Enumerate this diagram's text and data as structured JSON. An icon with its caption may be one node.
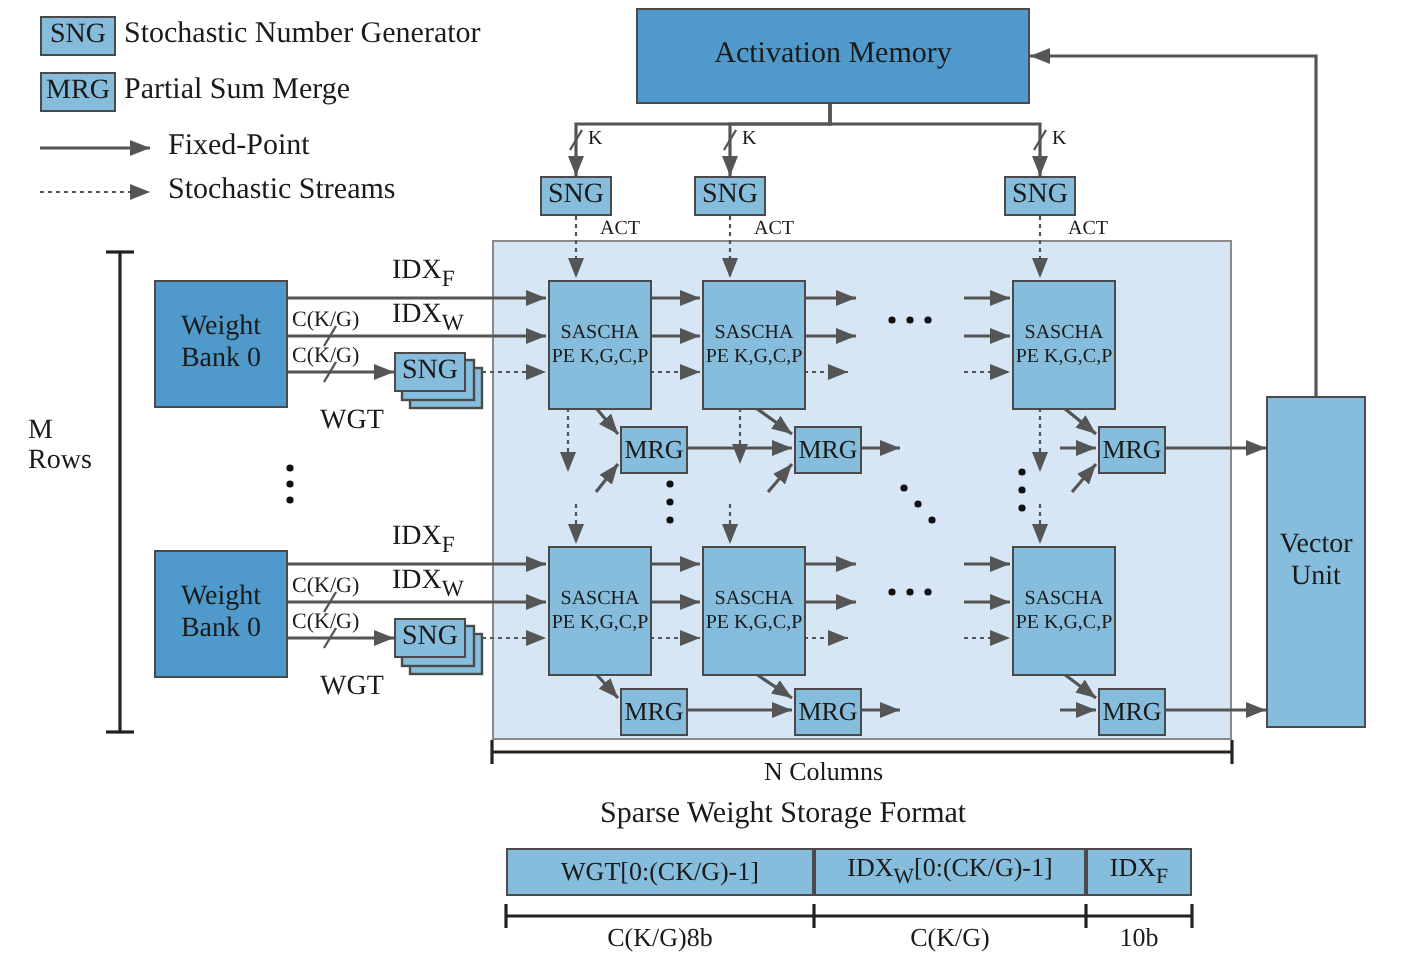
{
  "diagram": {
    "nodes": [
      {
        "text": [
          "Activation Memory"
        ]
      },
      {
        "text": [
          "SNG"
        ]
      },
      {
        "text": [
          "SNG"
        ]
      },
      {
        "text": [
          "SNG"
        ]
      },
      {
        "text": [],
        "shape": "box"
      },
      {
        "text": [
          "SASCHA PE K,G,C,P"
        ],
        "in": 4
      },
      {
        "text": [
          "SASCHA PE K,G,C,P"
        ],
        "in": 4
      },
      {
        "text": [
          "SASCHA PE K,G,C,P"
        ],
        "in": 4
      },
      {
        "text": [
          "MRG"
        ],
        "in": 4
      },
      {
        "text": [
          "MRG"
        ],
        "in": 4
      },
      {
        "text": [
          "MRG"
        ],
        "in": 4
      },
      {
        "text": [
          "SASCHA PE K,G,C,P"
        ],
        "in": 4
      },
      {
        "text": [
          "SASCHA PE K,G,C,P"
        ],
        "in": 4
      },
      {
        "text": [
          "SASCHA PE K,G,C,P"
        ],
        "in": 4
      },
      {
        "text": [
          "MRG"
        ],
        "in": 4
      },
      {
        "text": [
          "MRG"
        ],
        "in": 4
      },
      {
        "text": [
          "MRG"
        ],
        "in": 4
      },
      {
        "text": [
          "Weight Bank 0"
        ]
      },
      {
        "text": [
          "SNG"
        ]
      },
      {
        "text": [
          "Weight Bank 0"
        ]
      },
      {
        "text": [
          "SNG"
        ]
      },
      {
        "text": [
          "Vector Unit"
        ]
      },
      {
        "text": [
          "WGT[0:(CK/G)-1]"
        ],
        "beside": [
          "C(K/G)8b"
        ]
      },
      {
        "text": [
          "IDX$_{W}$[0:(CK/G)-1]"
        ],
        "beside": [
          "C(K/G)"
        ]
      },
      {
        "text": [
          "IDX$_{F}$"
        ],
        "beside": [
          "10b"
        ]
      }
    ],
    "edges": [
      {
        "from": 0,
        "to": 1,
        "arrow": "to",
        "label": "K"
      },
      {
        "from": 0,
        "to": 2,
        "arrow": "to",
        "label": "K"
      },
      {
        "from": 0,
        "to": 3,
        "arrow": "to",
        "label": "K"
      },
      {
        "from": 1,
        "to": 5,
        "arrow": "to",
        "label": "ACT",
        "style": "dashed"
      },
      {
        "from": 2,
        "to": 6,
        "arrow": "to",
        "label": "ACT",
        "style": "dashed"
      },
      {
        "from": 3,
        "to": 7,
        "arrow": "to",
        "label": "ACT",
        "style": "dashed"
      },
      {
        "from": 17,
        "to": 5,
        "arrow": "to",
        "label": "IDX$_{F}$"
      },
      {
        "from": 17,
        "to": 5,
        "arrow": "to",
        "label": "IDX$_{W}$"
      },
      {
        "from": 17,
        "to": 18,
        "arrow": "to",
        "label": "WGT"
      },
      {
        "from": 18,
        "to": 5,
        "arrow": "to",
        "style": "dashed"
      },
      {
        "from": 5,
        "to": 6,
        "arrow": "to"
      },
      {
        "from": 5,
        "to": 6,
        "arrow": "to"
      },
      {
        "from": 5,
        "to": 6,
        "arrow": "to",
        "style": "dashed"
      },
      {
        "from": 6,
        "to": null,
        "arrow": "to"
      },
      {
        "from": 6,
        "to": null,
        "arrow": "to"
      },
      {
        "from": 6,
        "to": null,
        "arrow": "to",
        "style": "dashed"
      },
      {
        "from": null,
        "to": 7,
        "arrow": "to"
      },
      {
        "from": null,
        "to": 7,
        "arrow": "to"
      },
      {
        "from": null,
        "to": 7,
        "arrow": "to",
        "style": "dashed"
      },
      {
        "from": 5,
        "to": 8,
        "arrow": "to"
      },
      {
        "from": 6,
        "to": 9,
        "arrow": "to"
      },
      {
        "from": 7,
        "to": 10,
        "arrow": "to"
      },
      {
        "from": 5,
        "to": null,
        "arrow": "to",
        "style": "dashed"
      },
      {
        "from": 6,
        "to": null,
        "arrow": "to",
        "style": "dashed"
      },
      {
        "from": 7,
        "to": null,
        "arrow": "to",
        "style": "dashed"
      },
      {
        "from": null,
        "to": 8,
        "arrow": "to"
      },
      {
        "from": null,
        "to": 9,
        "arrow": "to"
      },
      {
        "from": null,
        "to": 10,
        "arrow": "to"
      },
      {
        "from": 8,
        "to": 9,
        "arrow": "to"
      },
      {
        "from": 9,
        "to": null,
        "arrow": "to"
      },
      {
        "from": null,
        "to": 10,
        "arrow": "to"
      },
      {
        "from": 10,
        "to": 21,
        "arrow": "to"
      },
      {
        "from": null,
        "to": 11,
        "arrow": "to",
        "style": "dashed"
      },
      {
        "from": null,
        "to": 12,
        "arrow": "to",
        "style": "dashed"
      },
      {
        "from": null,
        "to": 13,
        "arrow": "to",
        "style": "dashed"
      },
      {
        "from": 19,
        "to": 11,
        "arrow": "to",
        "label": "IDX$_{F}$"
      },
      {
        "from": 19,
        "to": 11,
        "arrow": "to",
        "label": "IDX$_{W}$"
      },
      {
        "from": 19,
        "to": 20,
        "arrow": "to",
        "label": "WGT"
      },
      {
        "from": 20,
        "to": 11,
        "arrow": "to",
        "style": "dashed"
      },
      {
        "from": 11,
        "to": 12,
        "arrow": "to"
      },
      {
        "from": 11,
        "to": 12,
        "arrow": "to"
      },
      {
        "from": 11,
        "to": 12,
        "arrow": "to",
        "style": "dashed"
      },
      {
        "from": 12,
        "to": null,
        "arrow": "to"
      },
      {
        "from": 12,
        "to": null,
        "arrow": "to"
      },
      {
        "from": 12,
        "to": null,
        "arrow": "to",
        "style": "dashed"
      },
      {
        "from": null,
        "to": 13,
        "arrow": "to"
      },
      {
        "from": null,
        "to": 13,
        "arrow": "to"
      },
      {
        "from": null,
        "to": 13,
        "arrow": "to",
        "style": "dashed"
      },
      {
        "from": 11,
        "to": 14,
        "arrow": "to"
      },
      {
        "from": 12,
        "to": 15,
        "arrow": "to"
      },
      {
        "from": 13,
        "to": 16,
        "arrow": "to"
      },
      {
        "from": 14,
        "to": 15,
        "arrow": "to"
      },
      {
        "from": 15,
        "to": null,
        "arrow": "to"
      },
      {
        "from": null,
        "to": 16,
        "arrow": "to"
      },
      {
        "from": 16,
        "to": 21,
        "arrow": "to"
      },
      {
        "from": 21,
        "to": 0,
        "arrow": "to"
      }
    ],
    "labels": [
      "SNG",
      "MRG",
      "C(K/G)",
      "C(K/G)",
      "M Rows",
      "C(K/G)",
      "C(K/G)",
      "N Columns",
      "Sparse Weight Storage Format"
    ],
    "legend": [
      {
        "text": "Stochastic Number Generator",
        "color": "#85bcdc"
      },
      {
        "text": "Partial Sum Merge",
        "color": "#85bcdc"
      },
      {
        "text": "Fixed-Point"
      },
      {
        "text": "Stochastic Streams"
      }
    ]
  }
}
